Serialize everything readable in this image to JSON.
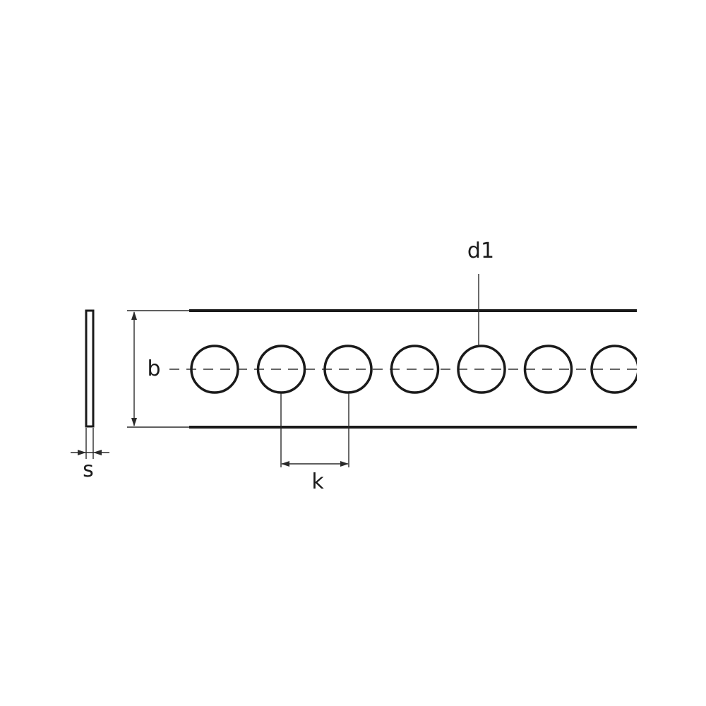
{
  "labels": {
    "thickness": "s",
    "width": "b",
    "pitch": "k",
    "hole_diameter": "d1"
  },
  "strip": {
    "hole_count": 7
  },
  "colors": {
    "line": "#1a1a1a",
    "background": "#ffffff"
  }
}
